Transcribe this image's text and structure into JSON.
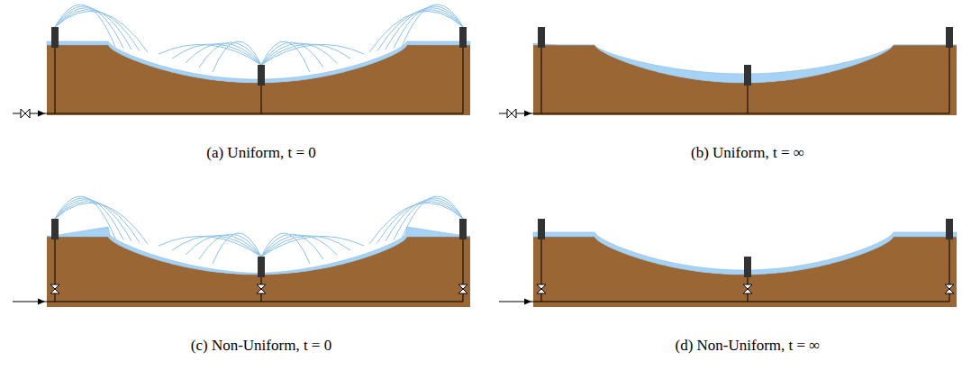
{
  "diagram": {
    "labels": [
      "(a) Uniform, t = 0",
      "(b) Uniform, t = ∞",
      "(c) Non-Uniform, t = 0",
      "(d) Non-Uniform, t = ∞"
    ]
  }
}
